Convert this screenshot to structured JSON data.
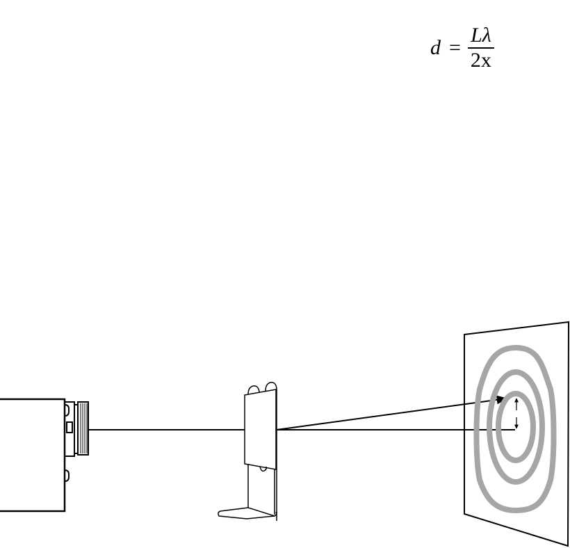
{
  "formula": {
    "lhs": "d",
    "equals": "=",
    "numerator": "Lλ",
    "denominator": "2x"
  },
  "colors": {
    "line": "#000000",
    "rings": "#a6a6a6"
  }
}
